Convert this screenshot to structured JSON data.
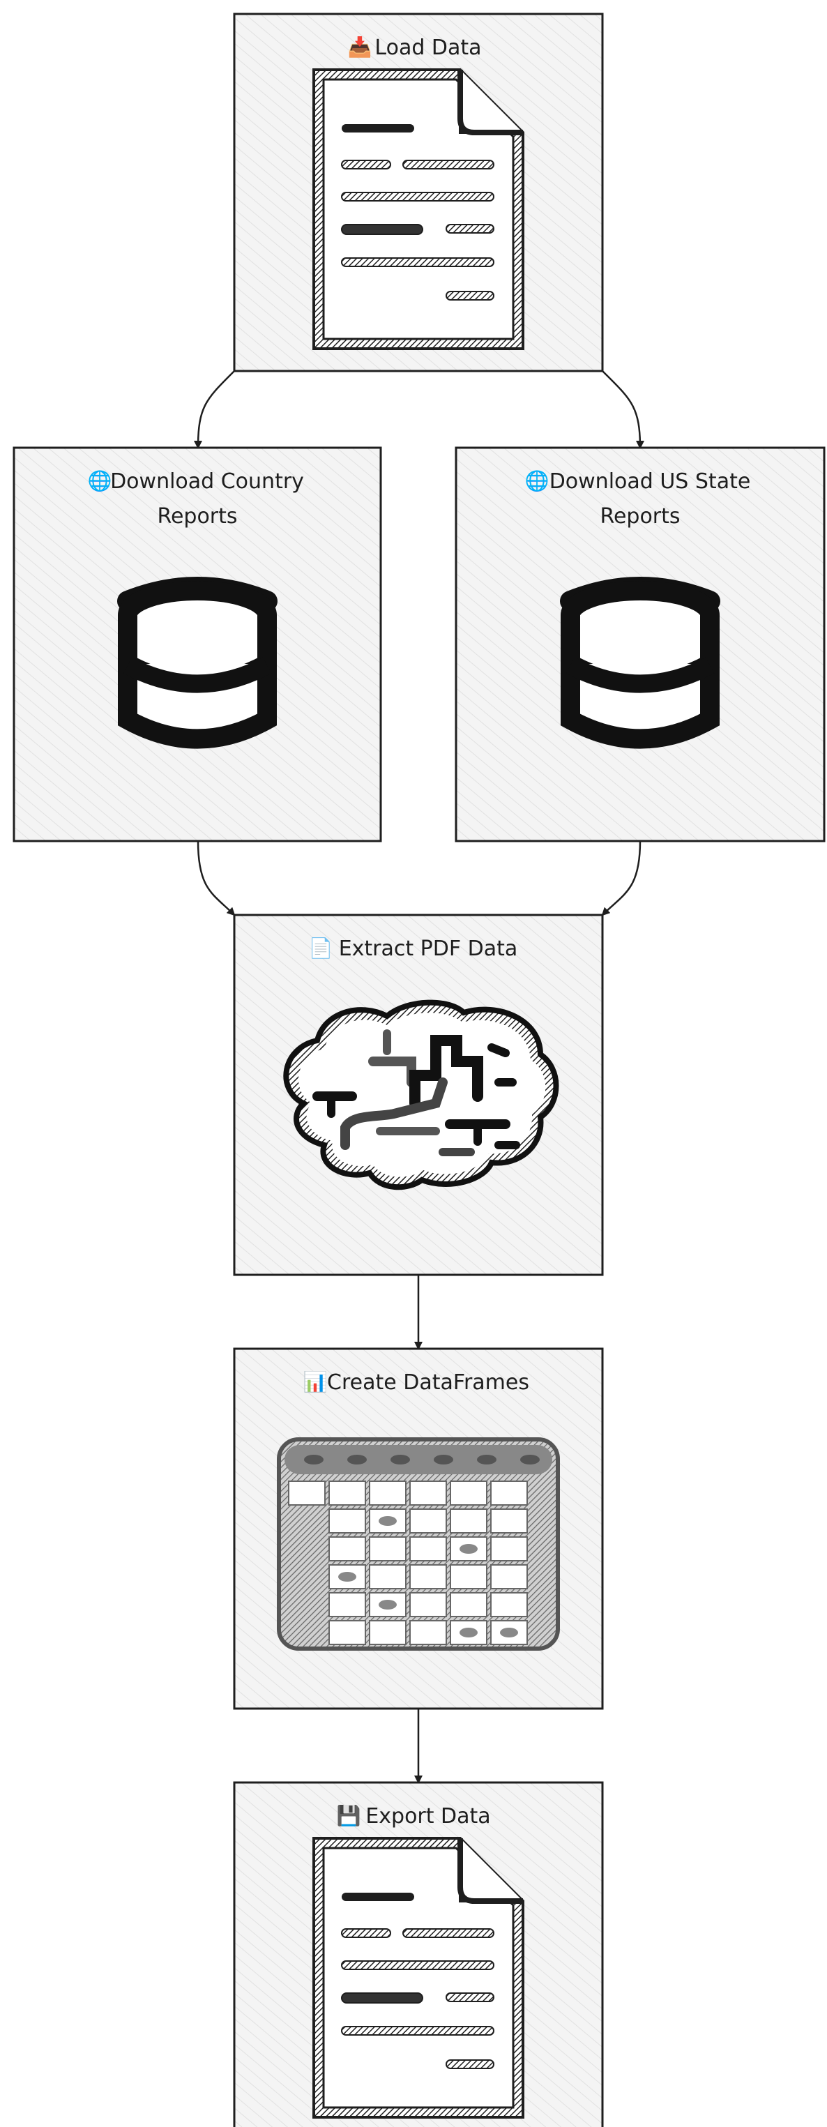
{
  "diagram": {
    "nodes": [
      {
        "id": "load",
        "icon": "inbox-tray-icon",
        "emoji": "📥",
        "label_lines": [
          "Load Data"
        ],
        "illustration": "document-icon"
      },
      {
        "id": "country",
        "icon": "globe-icon",
        "emoji": "🌐",
        "label_lines": [
          "Download Country",
          "Reports"
        ],
        "illustration": "database-icon"
      },
      {
        "id": "state",
        "icon": "globe-icon",
        "emoji": "🌐",
        "label_lines": [
          "Download US State",
          "Reports"
        ],
        "illustration": "database-icon"
      },
      {
        "id": "extract",
        "icon": "page-icon",
        "emoji": "📄",
        "label_lines": [
          "Extract PDF Data"
        ],
        "illustration": "brain-icon"
      },
      {
        "id": "frames",
        "icon": "bar-chart-icon",
        "emoji": "📊",
        "label_lines": [
          "Create DataFrames"
        ],
        "illustration": "table-icon"
      },
      {
        "id": "export",
        "icon": "floppy-disk-icon",
        "emoji": "💾",
        "label_lines": [
          "Export Data"
        ],
        "illustration": "document-icon"
      }
    ],
    "edges": [
      {
        "from": "load",
        "to": "country"
      },
      {
        "from": "load",
        "to": "state"
      },
      {
        "from": "country",
        "to": "extract"
      },
      {
        "from": "state",
        "to": "extract"
      },
      {
        "from": "extract",
        "to": "frames"
      },
      {
        "from": "frames",
        "to": "export"
      }
    ],
    "colors": {
      "node_fill": "#f4f4f4",
      "node_stroke": "#1e1e1e",
      "hatch": "#dcdcdc",
      "edge": "#1e1e1e"
    }
  }
}
